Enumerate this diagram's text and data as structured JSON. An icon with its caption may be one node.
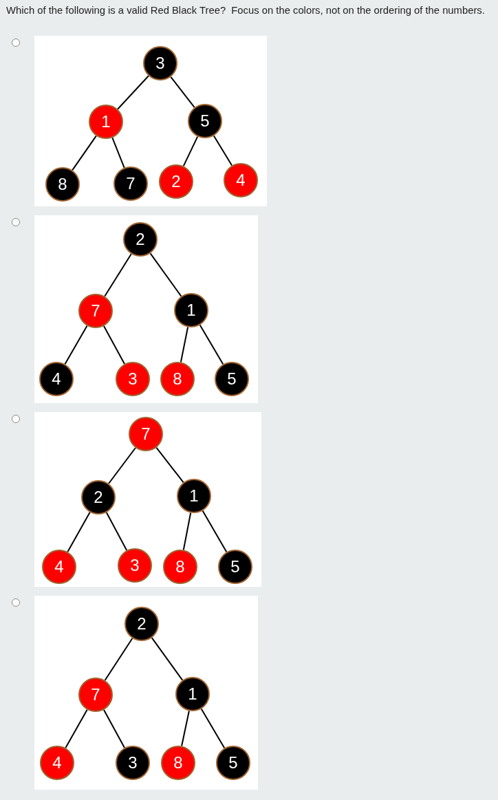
{
  "diagram": {
    "title": "Which of the following is a valid Red Black Tree?  Focus on the colors, not on the ordering of the numbers.",
    "nodes": [
      {
        "text": [],
        "shape": "box"
      },
      {
        "text": [
          "3"
        ],
        "in": 0
      },
      {
        "text": [
          "1"
        ],
        "in": 0
      },
      {
        "text": [
          "5"
        ],
        "in": 0
      },
      {
        "text": [
          "8"
        ],
        "in": 0
      },
      {
        "text": [
          "7"
        ],
        "in": 0
      },
      {
        "text": [
          "2"
        ],
        "in": 0
      },
      {
        "text": [
          "4"
        ],
        "in": 0
      },
      {
        "text": [],
        "shape": "box"
      },
      {
        "text": [
          "2"
        ],
        "in": 8
      },
      {
        "text": [
          "7"
        ],
        "in": 8
      },
      {
        "text": [
          "1"
        ],
        "in": 8
      },
      {
        "text": [
          "4"
        ],
        "in": 8
      },
      {
        "text": [
          "3"
        ],
        "in": 8
      },
      {
        "text": [
          "8"
        ],
        "in": 8
      },
      {
        "text": [
          "5"
        ],
        "in": 8
      },
      {
        "text": [],
        "shape": "box"
      },
      {
        "text": [
          "7"
        ],
        "in": 16
      },
      {
        "text": [
          "2"
        ],
        "in": 16
      },
      {
        "text": [
          "1"
        ],
        "in": 16
      },
      {
        "text": [
          "4"
        ],
        "in": 16
      },
      {
        "text": [
          "3"
        ],
        "in": 16
      },
      {
        "text": [
          "8"
        ],
        "in": 16
      },
      {
        "text": [
          "5"
        ],
        "in": 16
      },
      {
        "text": [],
        "shape": "box"
      },
      {
        "text": [
          "2"
        ],
        "in": 24
      },
      {
        "text": [
          "7"
        ],
        "in": 24
      },
      {
        "text": [
          "1"
        ],
        "in": 24
      },
      {
        "text": [
          "4"
        ],
        "in": 24
      },
      {
        "text": [
          "3"
        ],
        "in": 24
      },
      {
        "text": [
          "8"
        ],
        "in": 24
      },
      {
        "text": [
          "5"
        ],
        "in": 24
      }
    ],
    "edges": [
      {
        "from": 1,
        "to": 2,
        "arrow": "none"
      },
      {
        "from": 1,
        "to": 3,
        "arrow": "none"
      },
      {
        "from": 2,
        "to": 4,
        "arrow": "none"
      },
      {
        "from": 2,
        "to": 5,
        "arrow": "none"
      },
      {
        "from": 3,
        "to": 6,
        "arrow": "none"
      },
      {
        "from": 3,
        "to": 7,
        "arrow": "none"
      },
      {
        "from": 9,
        "to": 10,
        "arrow": "none"
      },
      {
        "from": 9,
        "to": 11,
        "arrow": "none"
      },
      {
        "from": 10,
        "to": 12,
        "arrow": "none"
      },
      {
        "from": 10,
        "to": 13,
        "arrow": "none"
      },
      {
        "from": 11,
        "to": 14,
        "arrow": "none"
      },
      {
        "from": 11,
        "to": 15,
        "arrow": "none"
      },
      {
        "from": 17,
        "to": 18,
        "arrow": "none"
      },
      {
        "from": 17,
        "to": 19,
        "arrow": "none"
      },
      {
        "from": 18,
        "to": 20,
        "arrow": "none"
      },
      {
        "from": 18,
        "to": 21,
        "arrow": "none"
      },
      {
        "from": 19,
        "to": 22,
        "arrow": "none"
      },
      {
        "from": 19,
        "to": 23,
        "arrow": "none"
      },
      {
        "from": 25,
        "to": 26,
        "arrow": "none"
      },
      {
        "from": 25,
        "to": 27,
        "arrow": "none"
      },
      {
        "from": 26,
        "to": 28,
        "arrow": "none"
      },
      {
        "from": 26,
        "to": 29,
        "arrow": "none"
      },
      {
        "from": 27,
        "to": 30,
        "arrow": "none"
      },
      {
        "from": 27,
        "to": 31,
        "arrow": "none"
      }
    ]
  }
}
